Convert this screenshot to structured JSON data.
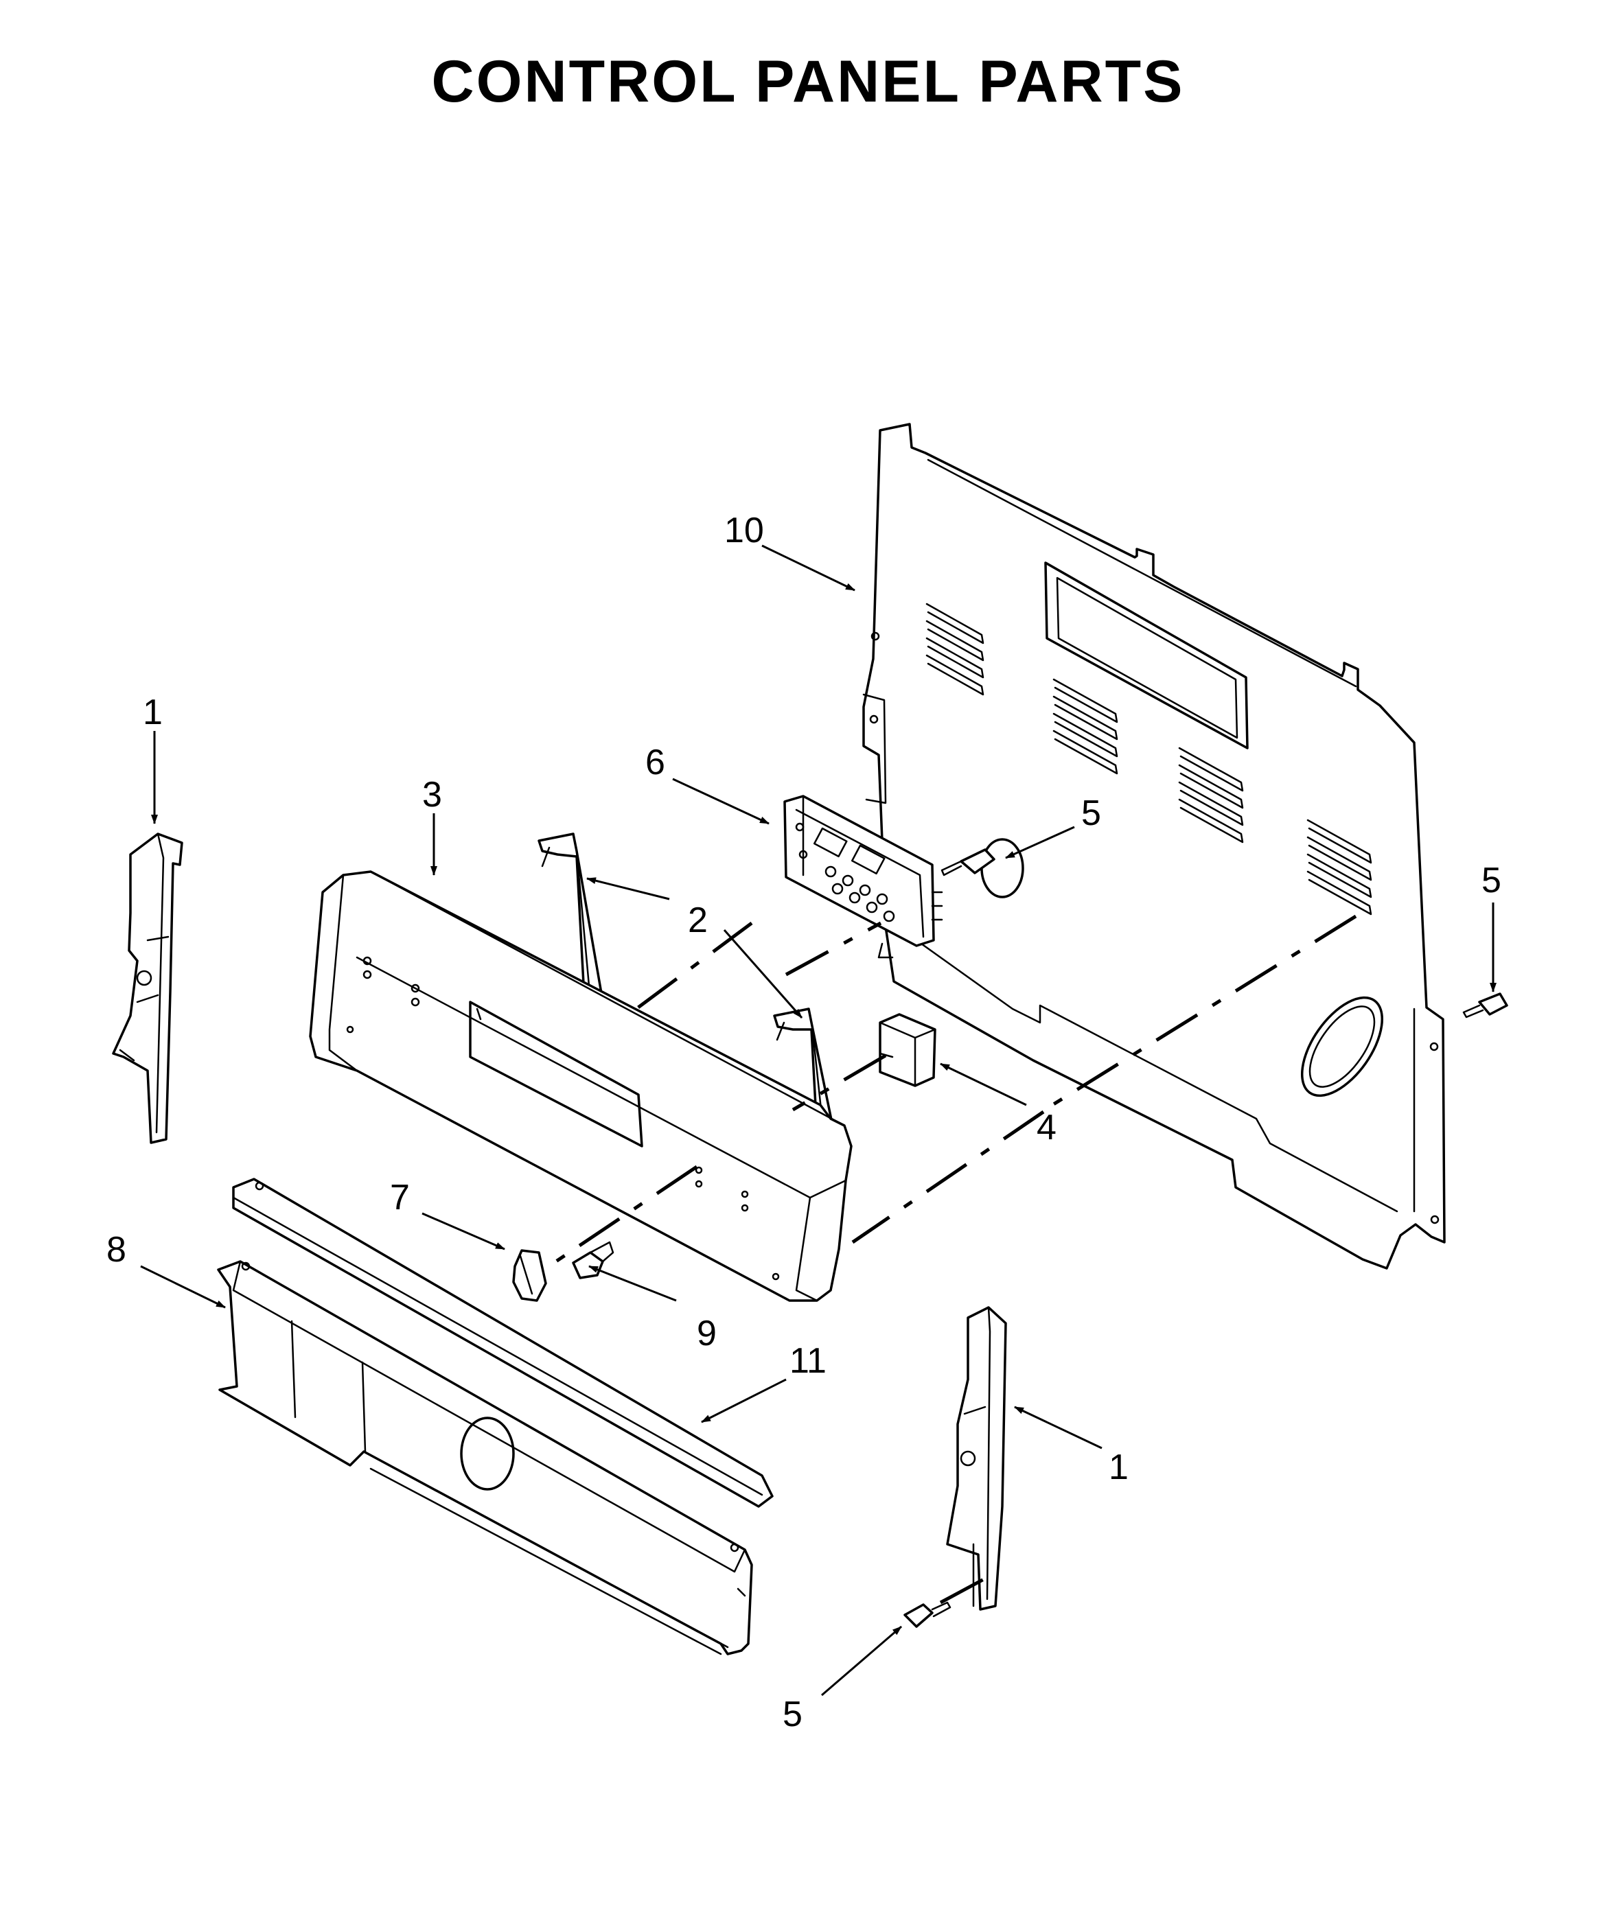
{
  "title": "CONTROL PANEL PARTS",
  "callouts": [
    {
      "id": "side-trim-left",
      "label": "1"
    },
    {
      "id": "side-trim-right",
      "label": "1"
    },
    {
      "id": "bracket",
      "label": "2"
    },
    {
      "id": "console",
      "label": "3"
    },
    {
      "id": "switch",
      "label": "4"
    },
    {
      "id": "screw-control",
      "label": "5"
    },
    {
      "id": "screw-right",
      "label": "5"
    },
    {
      "id": "screw-bottom",
      "label": "5"
    },
    {
      "id": "control-board",
      "label": "6"
    },
    {
      "id": "knob",
      "label": "7"
    },
    {
      "id": "manifold-panel",
      "label": "8"
    },
    {
      "id": "nut",
      "label": "9"
    },
    {
      "id": "rear-panel",
      "label": "10"
    },
    {
      "id": "support",
      "label": "11"
    }
  ]
}
